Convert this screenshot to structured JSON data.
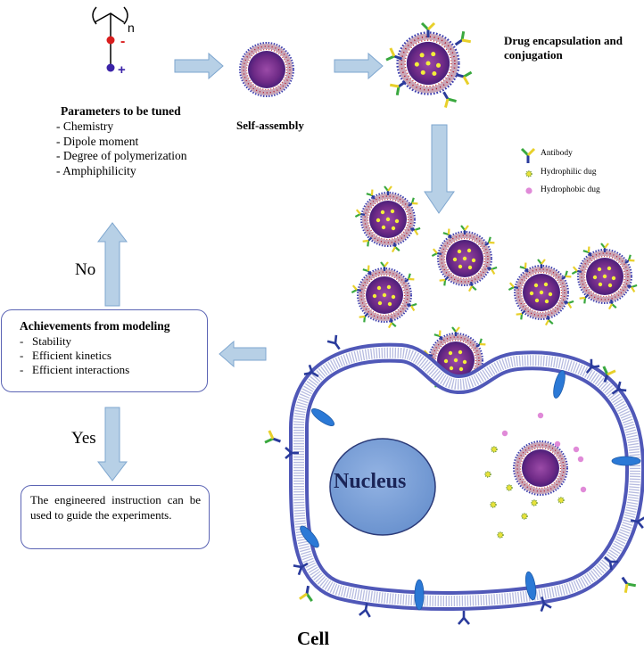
{
  "monomer": {
    "subscript": "n",
    "minus": "-",
    "plus": "+"
  },
  "parameters": {
    "title": "Parameters to be tuned",
    "items": [
      "- Chemistry",
      "- Dipole moment",
      "- Degree of polymerization",
      "- Amphiphilicity"
    ]
  },
  "self_assembly_label": "Self-assembly",
  "drug_section": {
    "title_line1": "Drug encapsulation and",
    "title_line2": "conjugation",
    "legend": [
      "Antibody",
      "Hydrophilic dug",
      "Hydrophobic dug"
    ]
  },
  "decision": {
    "no": "No",
    "yes": "Yes"
  },
  "achievements": {
    "title": "Achievements from modeling",
    "items": [
      "Stability",
      "Efficient kinetics",
      "Efficient interactions"
    ]
  },
  "engineered_text": "The engineered instruction can be used to guide the experiments.",
  "nucleus_label": "Nucleus",
  "cell_label": "Cell",
  "colors": {
    "arrow_fill": "#b7d0e6",
    "arrow_stroke": "#7ea6cf",
    "membrane": "#5058b8",
    "nucleus": "#7ea2d8",
    "micelle_core": "#7a2f8a",
    "antibody_yellow": "#e8d02a",
    "antibody_green": "#39a83e",
    "antibody_blue": "#2a3b9c",
    "hydrophobic_drug": "#e08ad8",
    "channel": "#2b79d6"
  }
}
